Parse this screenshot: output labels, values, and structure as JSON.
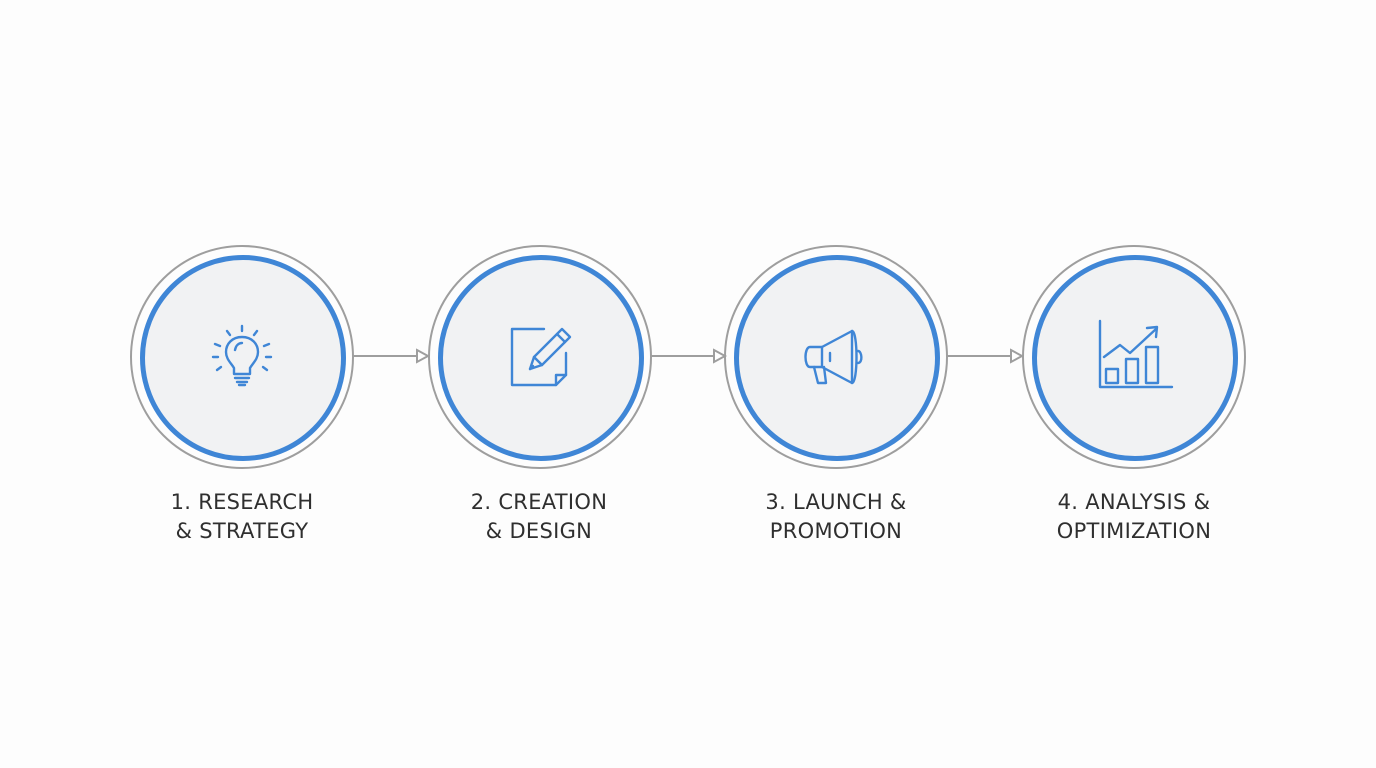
{
  "colors": {
    "accent": "#3f86d6",
    "ring": "#9e9e9e",
    "fill": "#f1f2f3",
    "text": "#2f2f2f",
    "arrow": "#9e9e9e"
  },
  "steps": [
    {
      "icon": "lightbulb-icon",
      "line1": "1. RESEARCH",
      "line2": "& STRATEGY"
    },
    {
      "icon": "pencil-note-icon",
      "line1": "2. CREATION",
      "line2": "& DESIGN"
    },
    {
      "icon": "megaphone-icon",
      "line1": "3. LAUNCH &",
      "line2": "PROMOTION"
    },
    {
      "icon": "growth-chart-icon",
      "line1": "4. ANALYSIS &",
      "line2": "OPTIMIZATION"
    }
  ]
}
